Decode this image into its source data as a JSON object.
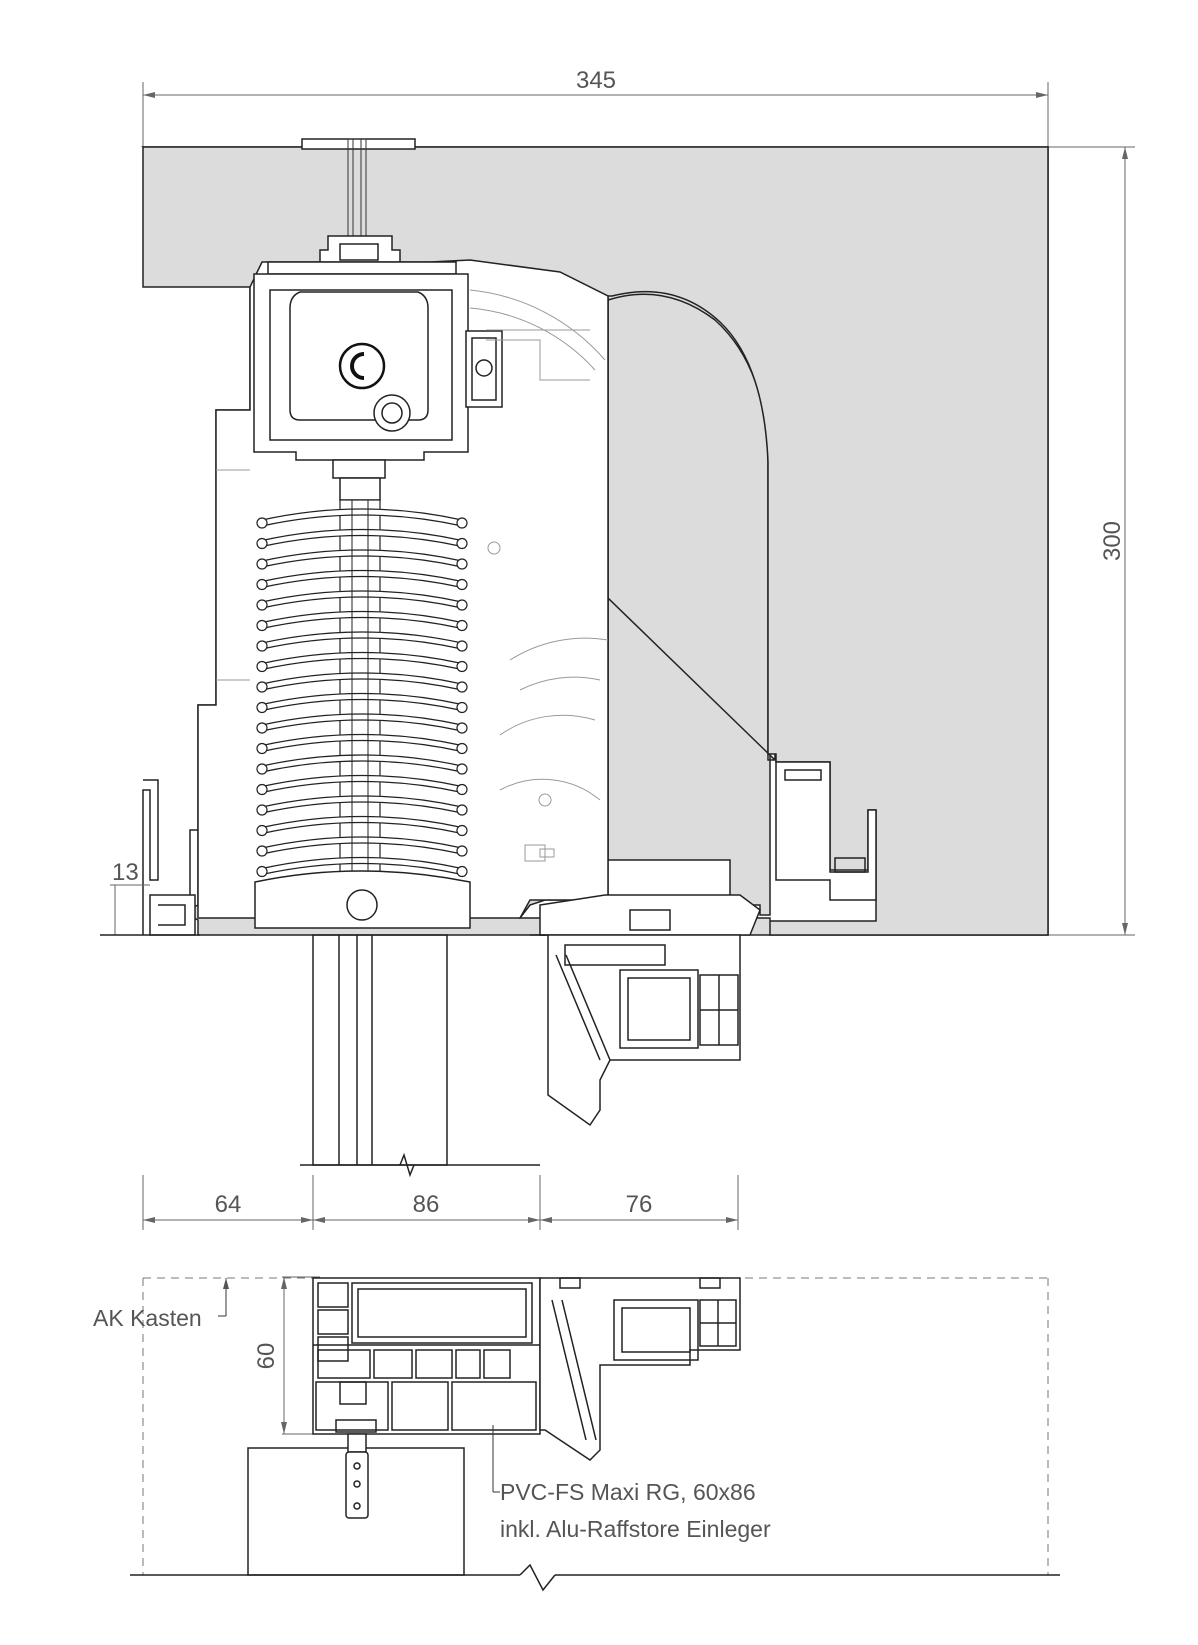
{
  "dimensions": {
    "total_width": "345",
    "total_height": "300",
    "left_offset": "13",
    "bottom_left": "64",
    "bottom_middle": "86",
    "bottom_right": "76",
    "profile_depth": "60"
  },
  "labels": {
    "ak_kasten": "AK Kasten",
    "profile_line1": "PVC-FS Maxi RG, 60x86",
    "profile_line2": "inkl. Alu-Raffstore Einleger"
  },
  "colors": {
    "housing_fill": "#dcdcdc",
    "line": "#222222"
  }
}
